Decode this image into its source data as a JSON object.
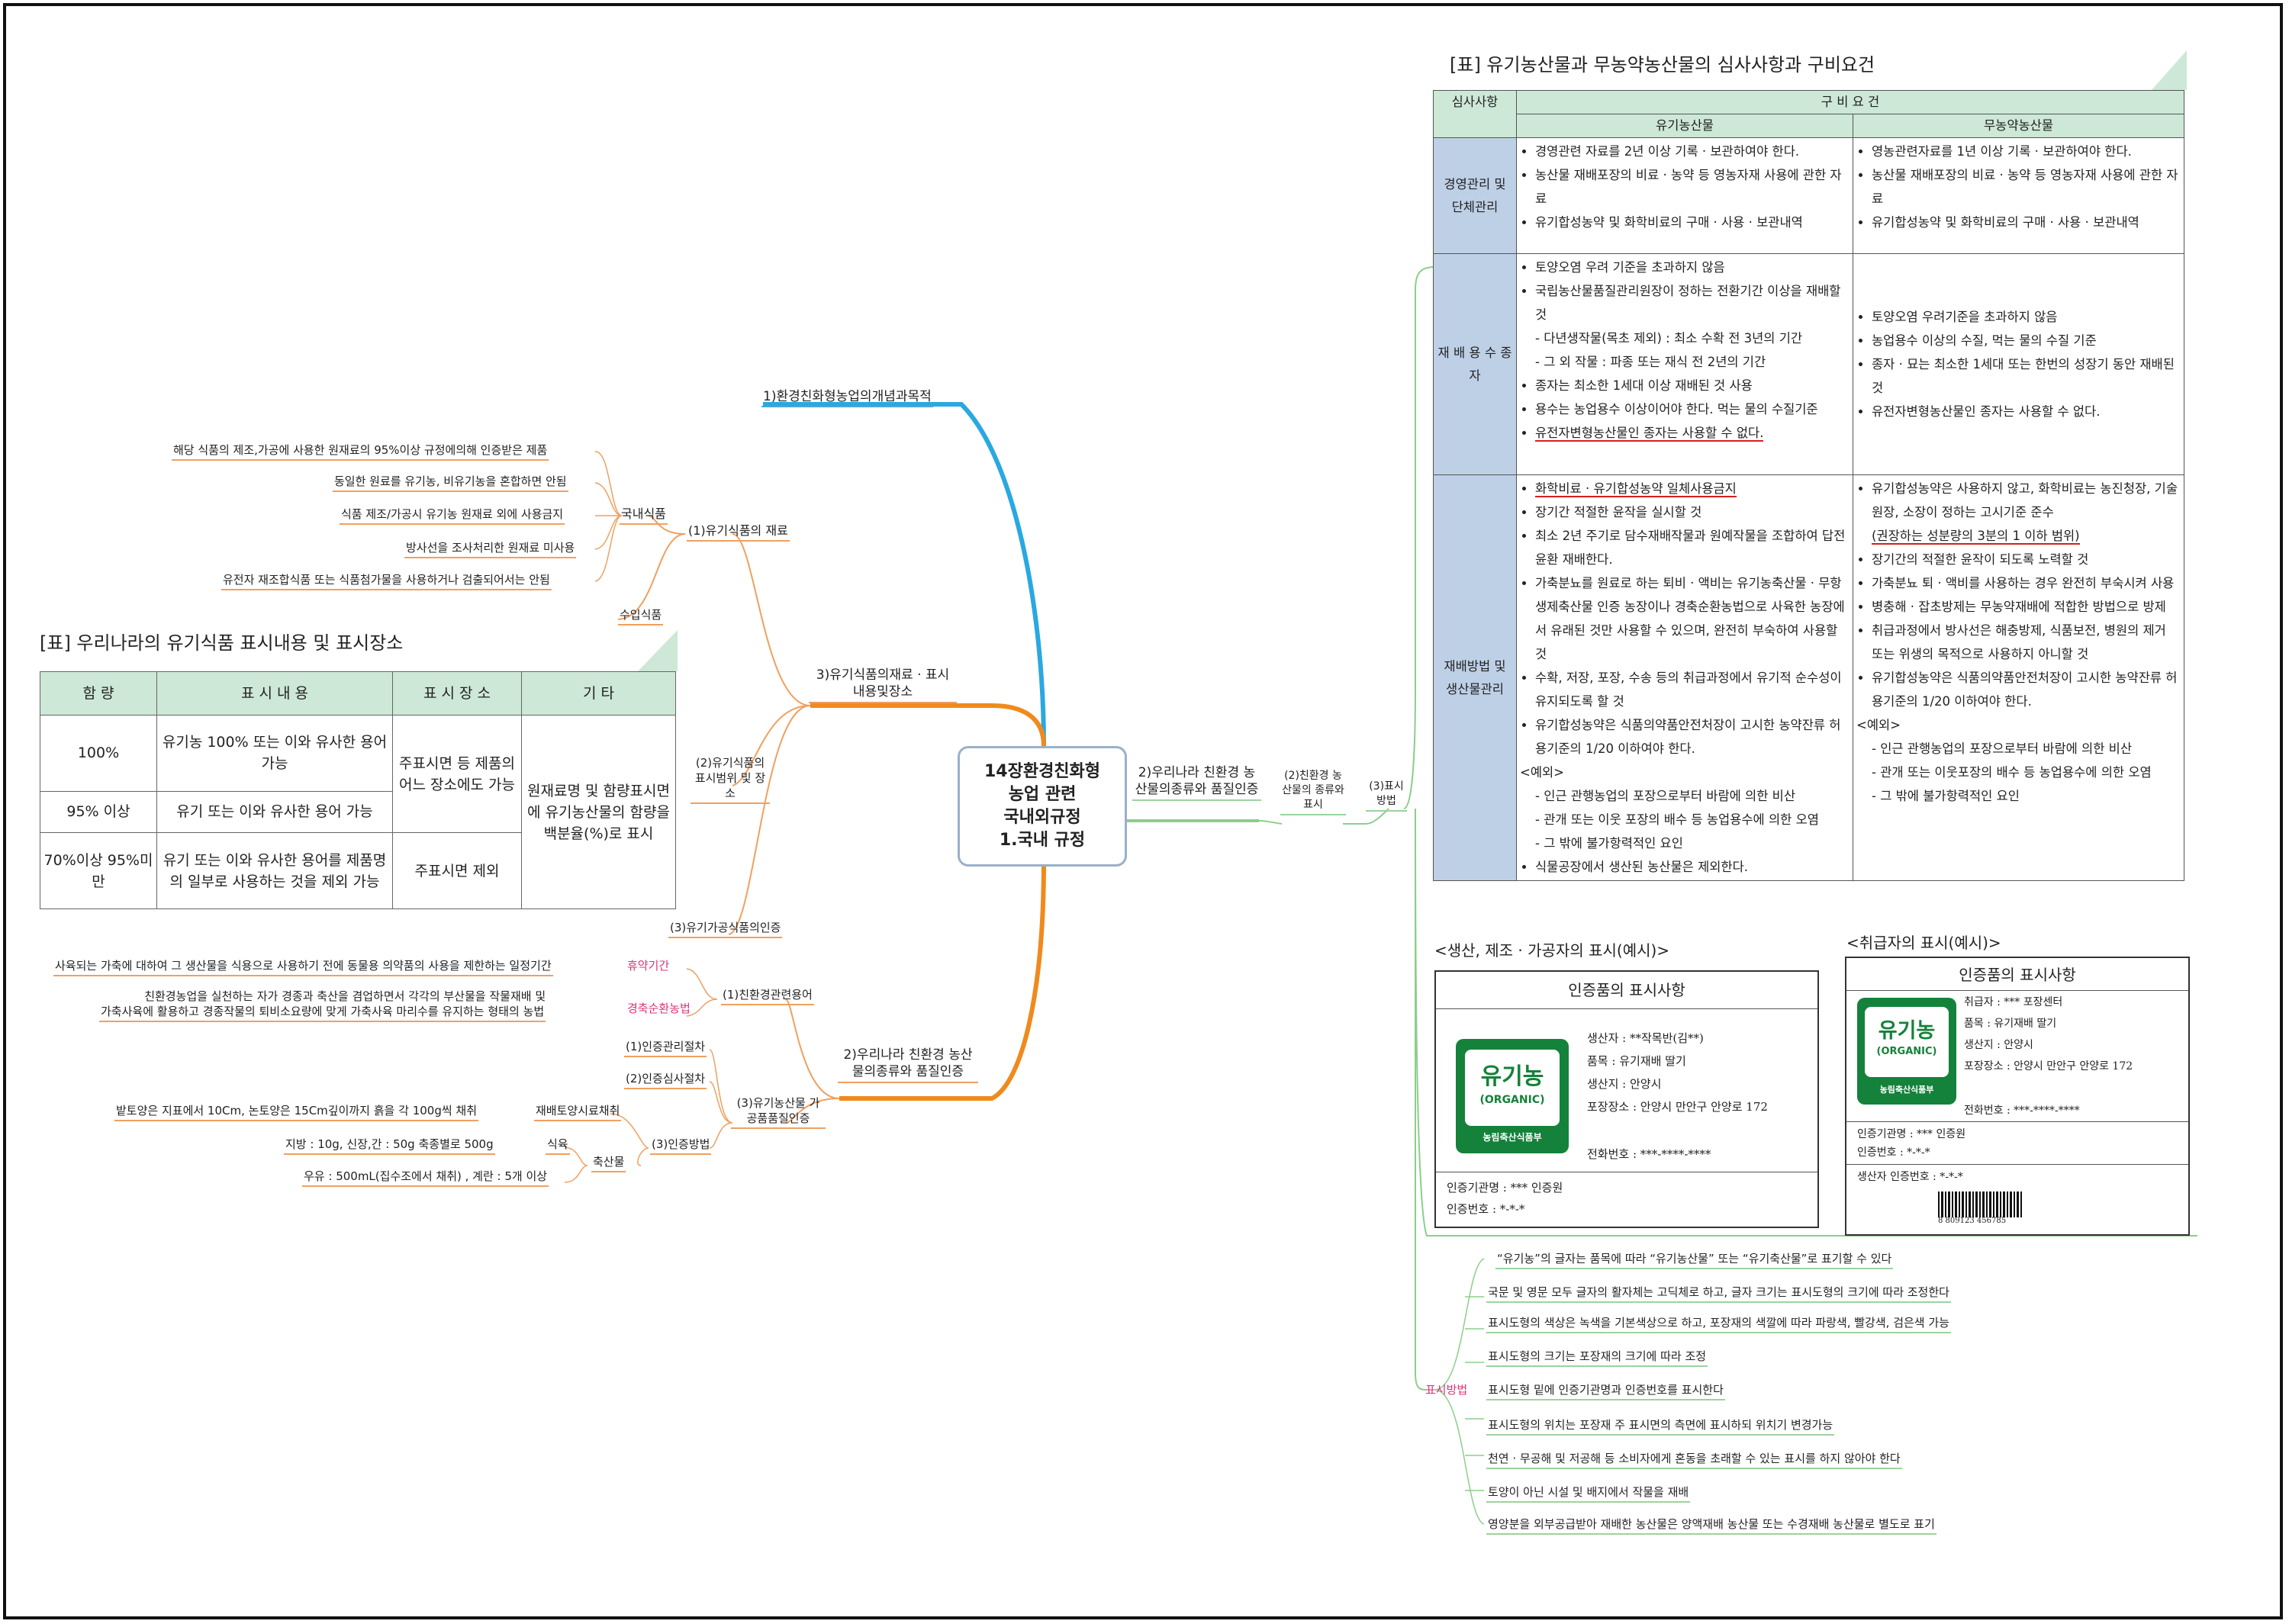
{
  "root": {
    "lines": [
      "14장환경친화형",
      "농업 관련",
      "국내외규정",
      "1.국내 규정"
    ]
  },
  "branches": {
    "b1": "1)환경친화형농업의개념과목적",
    "b3": {
      "title": "3)유기식품의재료 · 표시내용및장소",
      "n1": "(1)유기식품의 재료",
      "n1_domestic": "국내식품",
      "n1_items": [
        "해당 식품의 제조,가공에 사용한 원재료의 95%이상 규정에의해 인증받은 제품",
        "동일한 원료를 유기농, 비유기농을 혼합하면 안됨",
        "식품 제조/가공시 유기농 원재료 외에 사용금지",
        "방사선을 조사처리한 원재료 미사용",
        "유전자 재조합식품 또는 식품첨가물을 사용하거나 검출되어서는 안됨"
      ],
      "n1_import": "수입식품",
      "n2": "(2)유기식품의 표시범위 및 장소",
      "n3": "(3)유기가공식품의인증"
    },
    "b2a": {
      "title": "2)우리나라 친환경 농산물의종류와 품질인증",
      "n1": "(1)친환경관련용어",
      "term1": "휴약기간",
      "term1_desc": "사육되는 가축에 대하여 그 생산물을 식용으로 사용하기 전에 동물용 의약품의 사용을 제한하는 일정기간",
      "term2": "경축순환농법",
      "term2_desc": [
        "친환경농업을 실천하는 자가 경종과 축산을 겸업하면서 각각의 부산물을 작물재배 및",
        "가축사육에 활용하고 경종작물의 퇴비소요량에 맞게 가축사육 마리수를 유지하는 형태의 농법"
      ],
      "n3": "(3)유기농산물 가공품품질인증",
      "s1": "(1)인증관리절차",
      "s2": "(2)인증심사절차",
      "s3": "(3)인증방법",
      "soil": "재배토양시료채취",
      "soil_desc": "밭토양은 지표에서 10Cm, 논토양은 15Cm깊이까지 흙을 각 100g씩 채취",
      "livestock": "축산물",
      "feed": "식육",
      "feed_desc": "지방 : 10g, 신장,간 : 50g      축종별로 500g",
      "milk_desc": "우유 : 500mL(집수조에서 채취) , 계란 :  5개 이상"
    },
    "b2b": {
      "title": "2)우리나라 친환경 농산물의종류와 품질인증",
      "n2": "(2)친환경 농산물의 종류와 표시",
      "n3": "(3)표시 방법",
      "display": "표시방법",
      "display_items": [
        "“유기농”의 글자는 품목에 따라 “유기농산물” 또는 “유기축산물”로 표기할 수 있다",
        "국문 및 영문 모두 글자의 활자체는 고딕체로 하고, 글자 크기는 표시도형의 크기에 따라 조정한다",
        "표시도형의 색상은 녹색을 기본색상으로 하고, 포장재의 색깔에 따라 파랑색, 빨강색, 검은색 가능",
        "표시도형의 크기는 포장재의 크기에 따라 조정",
        "표시도형 밑에 인증기관명과 인증번호를 표시한다",
        "표시도형의 위치는 포장재 주 표시면의 측면에 표시하되 위치기 변경가능",
        "천연 · 무공해 및 저공해 등 소비자에게 혼동을 초래할 수 있는 표시를 하지 않아야 한다",
        "토양이 아닌 시설 및 배지에서 작물을 재배",
        "영양분을 외부공급받아 재배한 농산물은 양액재배 농산물 또는 수경재배 농산물로 별도로 표기"
      ]
    }
  },
  "table_left": {
    "title": "[표] 우리나라의 유기식품 표시내용 및 표시장소",
    "headers": [
      "함 량",
      "표 시 내 용",
      "표 시 장 소",
      "기 타"
    ],
    "rows": [
      {
        "c1": "100%",
        "c2": "유기농 100% 또는 이와 유사한 용어 가능"
      },
      {
        "c1": "95% 이상",
        "c2": "유기 또는 이와 유사한 용어 가능"
      },
      {
        "c1": "70%이상 95%미만",
        "c2": "유기 또는 이와 유사한 용어를 제품명의 일부로 사용하는 것을 제외 가능",
        "c3": "주표시면 제외"
      }
    ],
    "place_main": "주표시면 등 제품의 어느 장소에도 가능",
    "etc": "원재료명 및 함량표시면에 유기농산물의 함량을 백분율(%)로 표시"
  },
  "table_right": {
    "title": "[표] 유기농산물과 무농약농산물의 심사사항과 구비요건",
    "h_item": "심사사항",
    "h_req": "구 비 요 건",
    "h_org": "유기농산물",
    "h_nopest": "무농약농산물",
    "rows": [
      {
        "cat": "경영관리 및 단체관리",
        "org": [
          "경영관련 자료를 2년 이상 기록 · 보관하여야 한다.",
          "농산물 재배포장의 비료 · 농약 등 영농자재 사용에 관한 자료",
          "유기합성농약 및 화학비료의 구매 · 사용 · 보관내역"
        ],
        "nop": [
          "영농관련자료를 1년 이상 기록 · 보관하여야 한다.",
          "농산물 재배포장의 비료 · 농약 등 영농자재 사용에 관한 자료",
          "유기합성농약 및 화학비료의 구매 · 사용 · 보관내역"
        ]
      },
      {
        "cat": "재 배 용 수 종 자",
        "org": [
          "토양오염 우려 기준을 초과하지 않음",
          "국립농산물품질관리원장이 정하는 전환기간 이상을 재배할 것",
          "- 다년생작물(목초 제외) : 최소 수확 전 3년의 기간",
          "- 그 외 작물 : 파종 또는 재식 전 2년의 기간",
          "종자는 최소한 1세대 이상 재배된 것 사용",
          "용수는 농업용수 이상이어야 한다. 먹는 물의 수질기준",
          "유전자변형농산물인 종자는 사용할 수 없다."
        ],
        "nop": [
          "토양오염 우려기준을 초과하지 않음",
          "농업용수 이상의 수질, 먹는 물의 수질 기준",
          "종자 · 묘는 최소한 1세대 또는 한번의 성장기 동안 재배된 것",
          "유전자변형농산물인 종자는 사용할 수 없다."
        ]
      },
      {
        "cat": "재배방법 및 생산물관리",
        "org": [
          "화학비료 · 유기합성농약 일체사용금지",
          "장기간 적절한 윤작을 실시할 것",
          "최소 2년 주기로 담수재배작물과 원예작물을 조합하여 답전윤환 재배한다.",
          "가축분뇨를 원료로 하는 퇴비 · 액비는 유기농축산물 · 무항생제축산물 인증 농장이나 경축순환농법으로 사육한 농장에서 유래된 것만 사용할 수 있으며, 완전히 부숙하여 사용할 것",
          "수확, 저장, 포장, 수송 등의 취급과정에서 유기적 순수성이 유지되도록 할 것",
          "유기합성농약은 식품의약품안전처장이 고시한 농약잔류 허용기준의 1/20 이하여야 한다.",
          "<예외>",
          "- 인근 관행농업의 포장으로부터 바람에 의한 비산",
          "- 관개 또는 이웃 포장의 배수 등 농업용수에 의한 오염",
          "- 그 밖에 불가항력적인 요인",
          "식물공장에서 생산된 농산물은 제외한다."
        ],
        "nop": [
          "유기합성농약은 사용하지 않고, 화학비료는 농진청장, 기술원장, 소장이 정하는 고시기준 준수",
          "(권장하는 성분량의 3분의 1 이하 범위)",
          "장기간의 적절한 윤작이 되도록 노력할 것",
          "가축분뇨 퇴 · 액비를 사용하는 경우 완전히 부숙시켜 사용",
          "병충해 · 잡초방제는 무농약재배에 적합한 방법으로 방제",
          "취급과정에서 방사선은 해충방제, 식품보전, 병원의 제거 또는 위생의 목적으로 사용하지 아니할 것",
          "유기합성농약은 식품의약품안전처장이 고시한 농약잔류 허용기준의 1/20 이하여야 한다.",
          "<예외>",
          "- 인근 관행농업의 포장으로부터 바람에 의한 비산",
          "- 관개 또는 이웃포장의 배수 등 농업용수에 의한 오염",
          "- 그 밖에 불가항력적인 요인"
        ]
      }
    ]
  },
  "labels": {
    "producer_title": "<생산, 제조 · 가공자의 표시(예시)>",
    "handler_title": "<취급자의 표시(예시)>",
    "producer": {
      "head": "인증품의 표시사항",
      "items": [
        "생산자 : **작목반(김**)",
        "품목 : 유기재배 딸기",
        "생산지 : 안양시",
        "포장장소  :  안양시 만안구 안양로 172",
        "전화번호 : ***-****-****"
      ],
      "cert_org": "인증기관명 : *** 인증원",
      "cert_no": "인증번호 : *-*-*"
    },
    "handler": {
      "head": "인증품의 표시사항",
      "items": [
        "취급자 : *** 포장센터",
        "품목 : 유기재배 딸기",
        "생산지 : 안양시",
        "포장장소 : 안양시 만안구 안양로 172",
        "전화번호 : ***-****-****"
      ],
      "cert_org": "인증기관명 : *** 인증원",
      "cert_no": "인증번호 : *-*-*",
      "producer_no": "생산자 인증번호 : *-*-*",
      "barcode_no": "8 809123 456785"
    },
    "logo": {
      "ko": "유기농",
      "en": "(ORGANIC)",
      "ministry": "농림축산식품부"
    }
  },
  "colors": {
    "blue_branch": "#2aa8e0",
    "orange_branch": "#f08a1c",
    "green_branch": "#8ccf8a",
    "thin_orange": "#f0a060",
    "header_green": "#cde8d6",
    "category_blue": "#bed0e6",
    "logo_green": "#14823a",
    "underline_red": "#d61f1f"
  }
}
